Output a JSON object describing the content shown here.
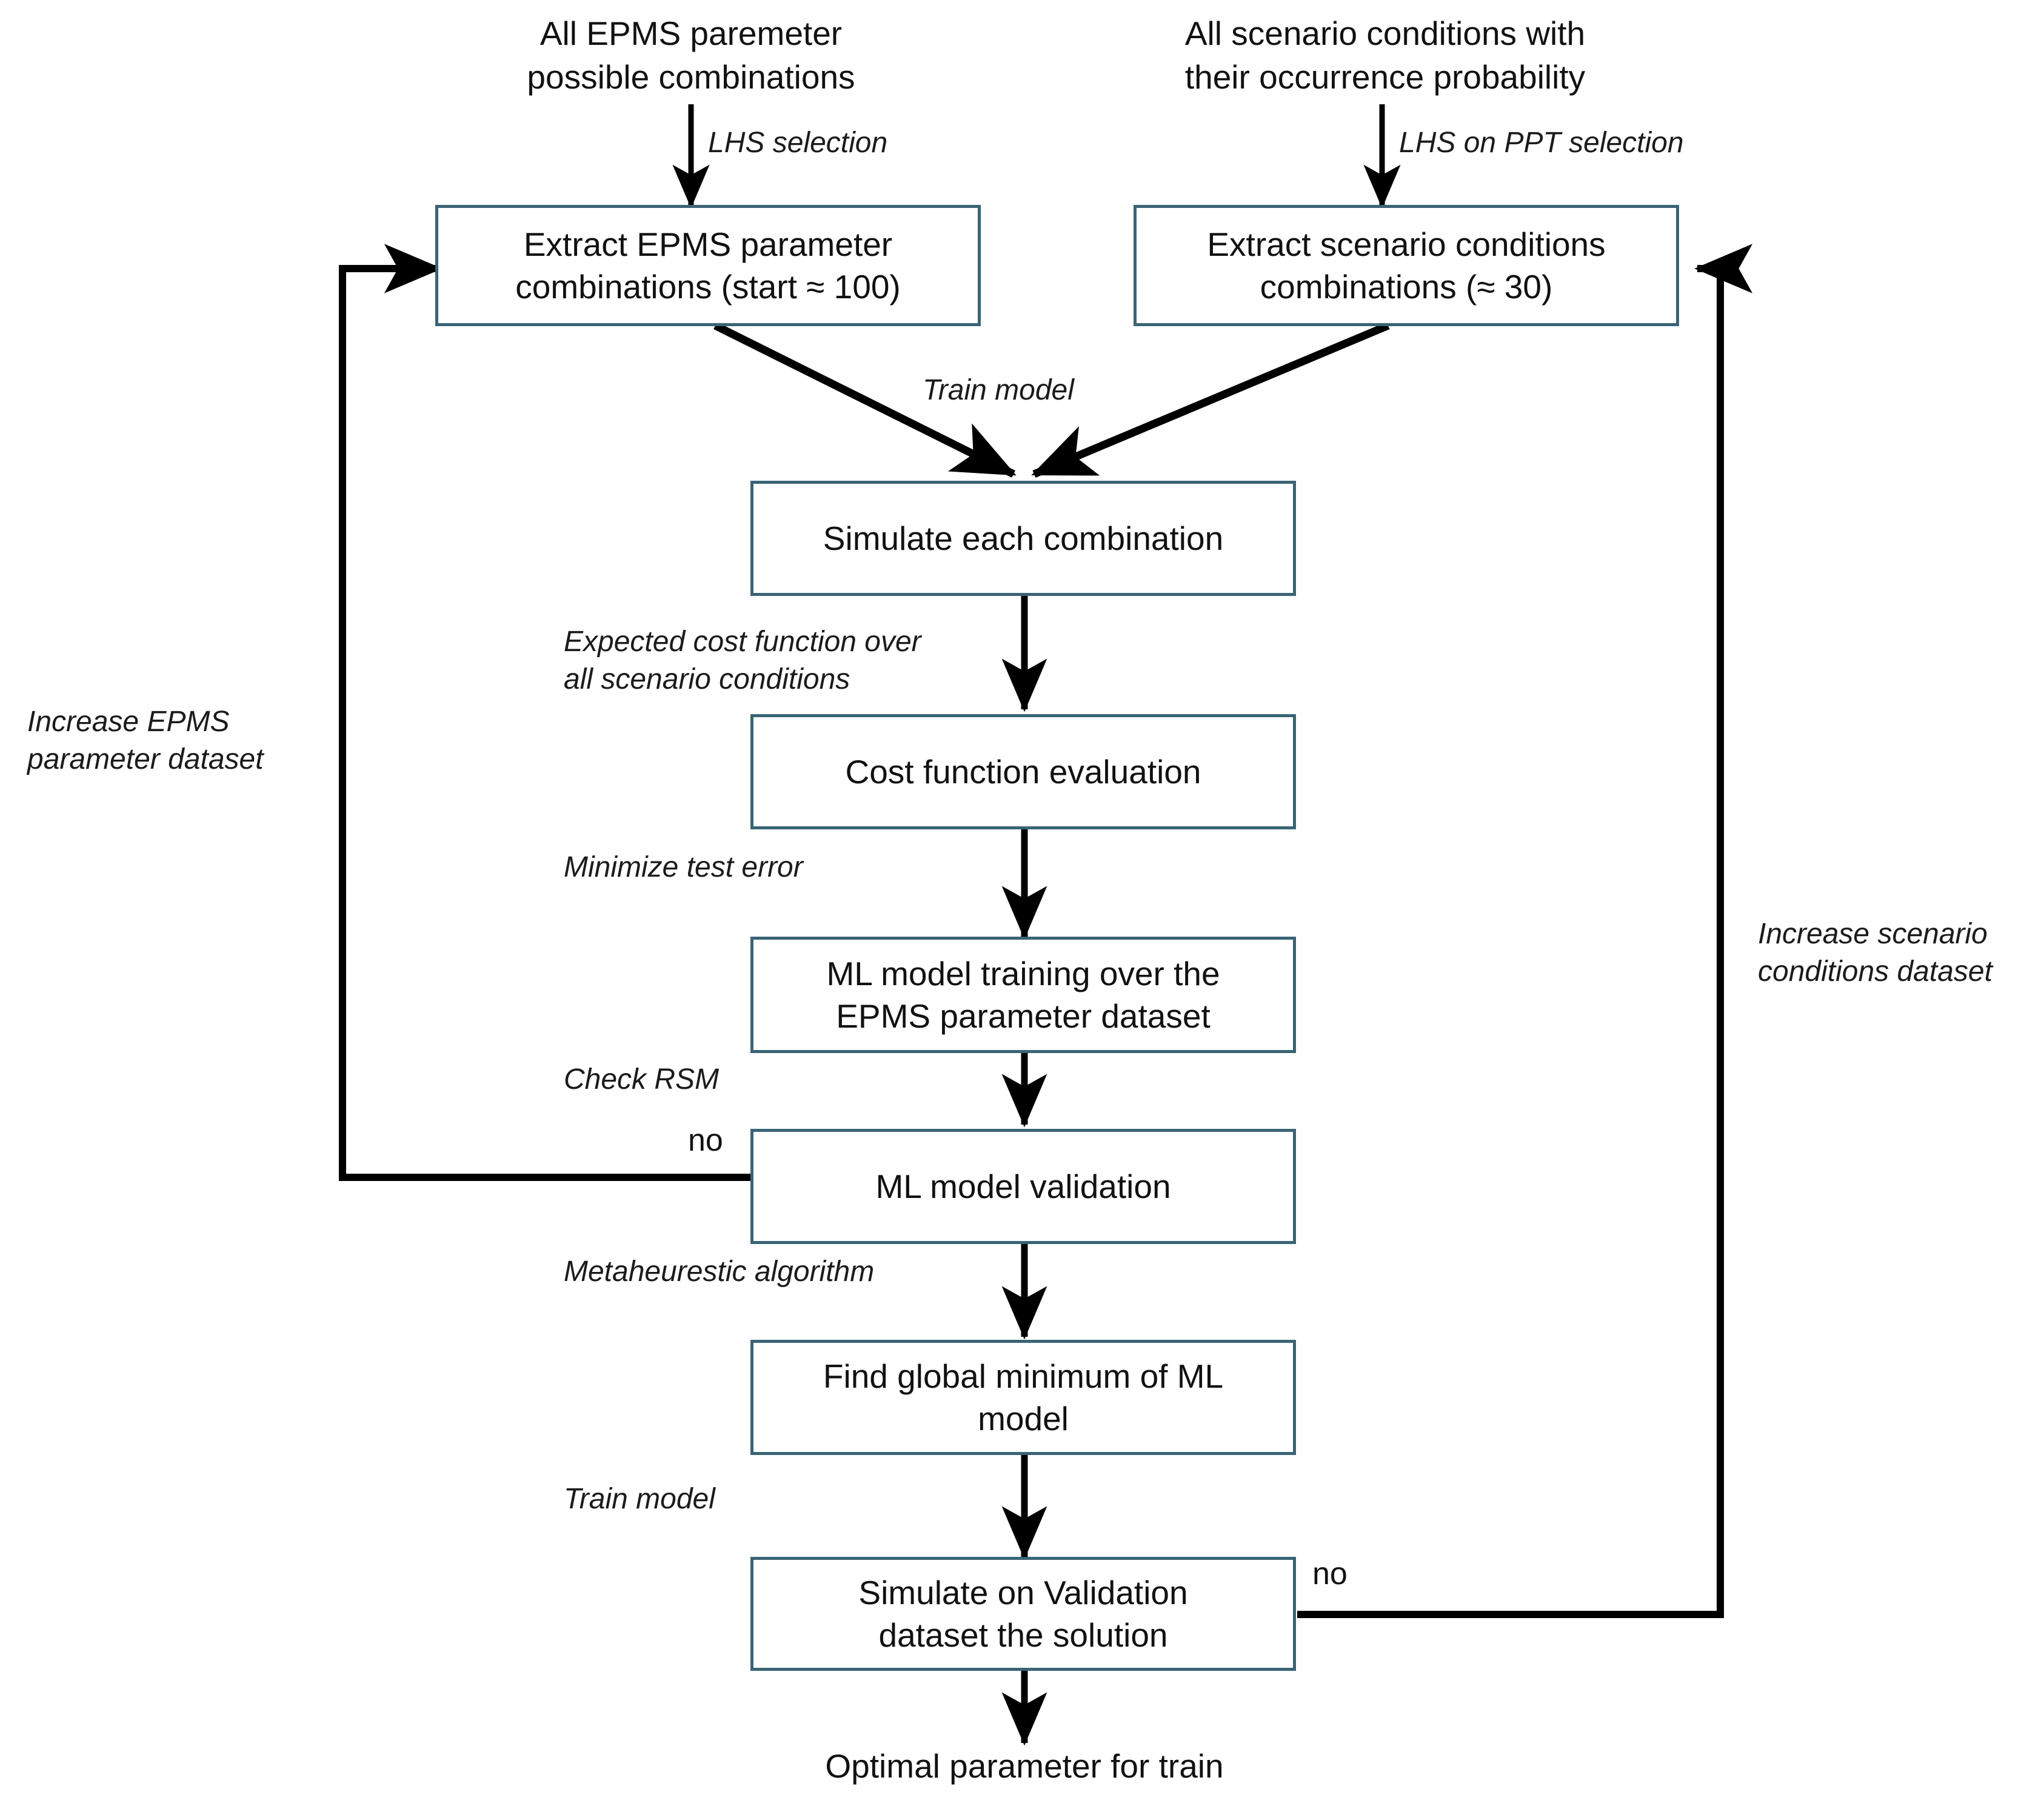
{
  "diagram": {
    "title": "EPMS parameter optimization workflow",
    "accent_color": "#3a6475",
    "line_color": "#000000",
    "background": "#ffffff"
  },
  "inputs": [
    {
      "id": "epms_input",
      "text": "All EPMS paremeter\npossible combinations"
    },
    {
      "id": "scenario_input",
      "text": "All scenario conditions with\ntheir occurrence probability"
    }
  ],
  "nodes": [
    {
      "id": "extract_epms",
      "text": "Extract EPMS parameter\ncombinations (start ≈ 100)"
    },
    {
      "id": "extract_scenario",
      "text": "Extract scenario conditions\ncombinations (≈ 30)"
    },
    {
      "id": "simulate_each",
      "text": "Simulate each combination"
    },
    {
      "id": "cost_eval",
      "text": "Cost function evaluation"
    },
    {
      "id": "ml_training",
      "text": "ML model training over the\nEPMS parameter dataset"
    },
    {
      "id": "ml_validation",
      "text": "ML model validation"
    },
    {
      "id": "find_global_min",
      "text": "Find global minimum of ML\nmodel"
    },
    {
      "id": "simulate_validation",
      "text": "Simulate on Validation\ndataset the solution"
    }
  ],
  "outputs": [
    {
      "id": "optimal_param",
      "text": "Optimal parameter for train"
    }
  ],
  "edge_labels": [
    {
      "id": "lhs_selection",
      "text": "LHS selection"
    },
    {
      "id": "lhs_ppt_selection",
      "text": "LHS on PPT selection"
    },
    {
      "id": "train_model_top",
      "text": "Train model"
    },
    {
      "id": "expected_cost",
      "text": "Expected cost function over\nall scenario conditions"
    },
    {
      "id": "minimize_test_error",
      "text": "Minimize test error"
    },
    {
      "id": "check_rsm",
      "text": "Check RSM"
    },
    {
      "id": "metaheurestic",
      "text": "Metaheurestic algorithm"
    },
    {
      "id": "train_model_bottom",
      "text": "Train model"
    },
    {
      "id": "increase_epms",
      "text": "Increase EPMS\nparameter dataset"
    },
    {
      "id": "increase_scenario",
      "text": "Increase scenario\nconditions dataset"
    }
  ],
  "branch_labels": [
    {
      "id": "validation_no",
      "text": "no"
    },
    {
      "id": "simulate_no",
      "text": "no"
    }
  ]
}
